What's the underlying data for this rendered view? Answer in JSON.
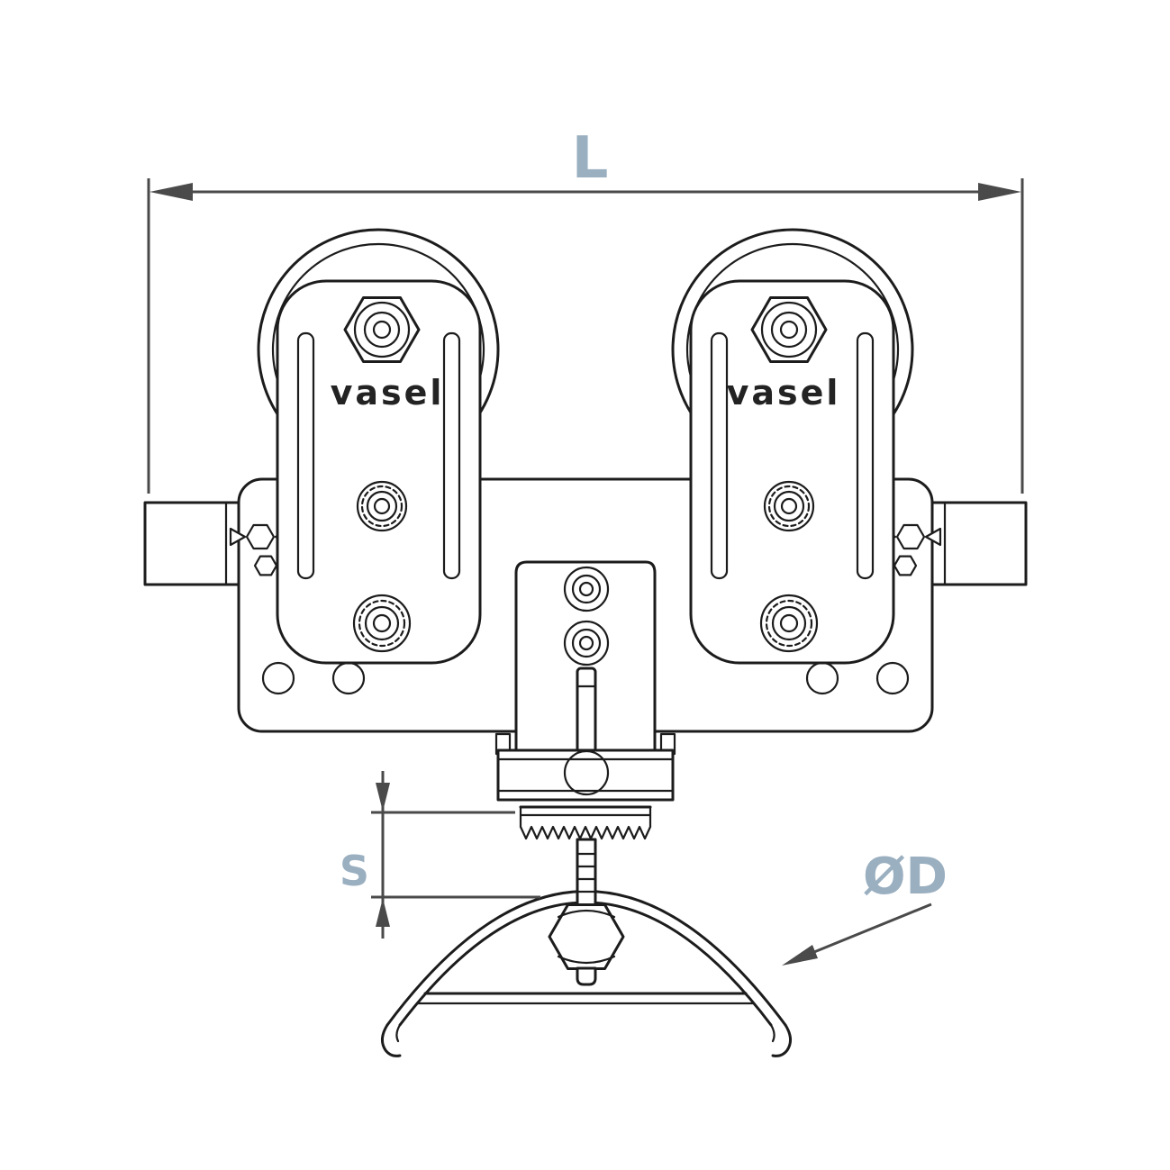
{
  "drawing": {
    "brand_label": "vasel",
    "dim_length_label": "L",
    "dim_s_label": "S",
    "dim_diameter_label": "ØD"
  },
  "colors": {
    "line": "#1c1c1c",
    "dimension": "#4a4a4a",
    "label": "#9aafc0",
    "background": "#ffffff"
  }
}
